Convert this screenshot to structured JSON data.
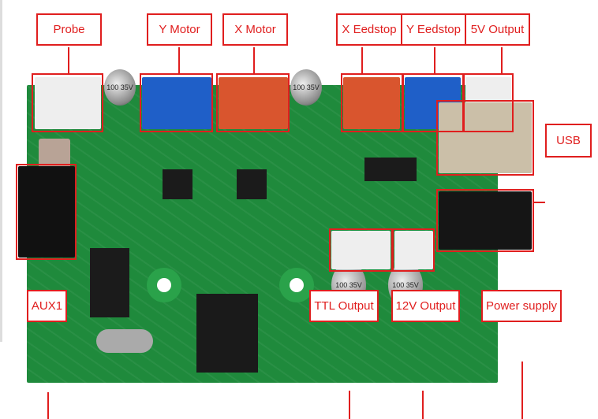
{
  "labels": {
    "probe": "Probe",
    "y_motor": "Y Motor",
    "x_motor": "X Motor",
    "x_endstop": "X Eedstop",
    "y_endstop": "Y Eedstop",
    "v5_output": "5V Output",
    "usb": "USB",
    "aux1": "AUX1",
    "ttl_output": "TTL Output",
    "v12_output": "12V Output",
    "power_supply": "Power supply"
  },
  "colors": {
    "accent": "#e01e1e",
    "board": "#1f8a3c",
    "blue_connector": "#1f5fc8",
    "orange_connector": "#d9552e",
    "white_connector": "#eeeeee"
  }
}
